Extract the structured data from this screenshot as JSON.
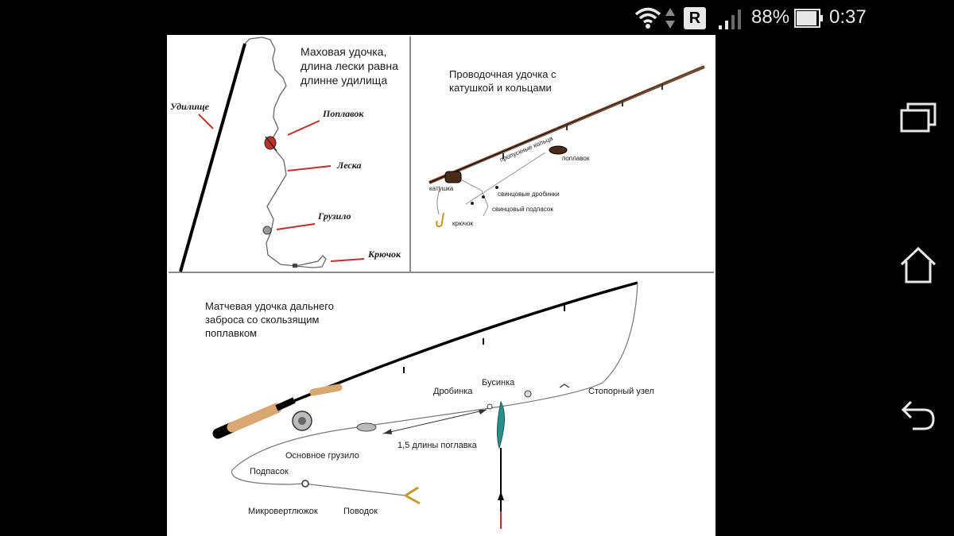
{
  "status_bar": {
    "roaming_badge": "R",
    "battery_percent": "88%",
    "time": "0:37",
    "icons": [
      "wifi-icon",
      "data-arrows-icon",
      "roaming-icon",
      "signal-icon",
      "battery-icon"
    ]
  },
  "navigation": {
    "recents_icon": "recents-icon",
    "home_icon": "home-icon",
    "back_icon": "back-icon"
  },
  "image": {
    "panel1": {
      "title_lines": [
        "Маховая удочка,",
        "длина лески равна",
        "длинне удилища"
      ],
      "labels": {
        "rod": "Удилище",
        "float": "Поплавок",
        "line": "Леска",
        "sinker": "Грузило",
        "hook": "Крючок"
      }
    },
    "panel2": {
      "title_lines": [
        "Проводочная удочка с",
        "катушкой и кольцами"
      ],
      "labels": {
        "rings": "пропускные кольца",
        "float": "поплавок",
        "reel": "катушка",
        "shot": "свинцовые дробинки",
        "bottom_weight": "свинцовый подпасок",
        "hook": "крючок"
      }
    },
    "panel3": {
      "title_lines": [
        "Матчевая удочка дальнего",
        "заброса со скользящим",
        "поплавком"
      ],
      "labels": {
        "shot": "Дробинка",
        "bead": "Бусинка",
        "stop_knot": "Стопорный узел",
        "distance": "1,5 длины поглавка",
        "main_sinker": "Основное грузило",
        "bottom_weight": "Подпасок",
        "swivel": "Микровертлюжок",
        "leader": "Поводок"
      }
    }
  },
  "colors": {
    "status_text": "#e8e8e8",
    "label_pointer": "#c0302b",
    "rod_brown": "#7a4020",
    "cork": "#d9a772",
    "float_teal": "#2a8f8c",
    "float_red": "#c0302b"
  }
}
